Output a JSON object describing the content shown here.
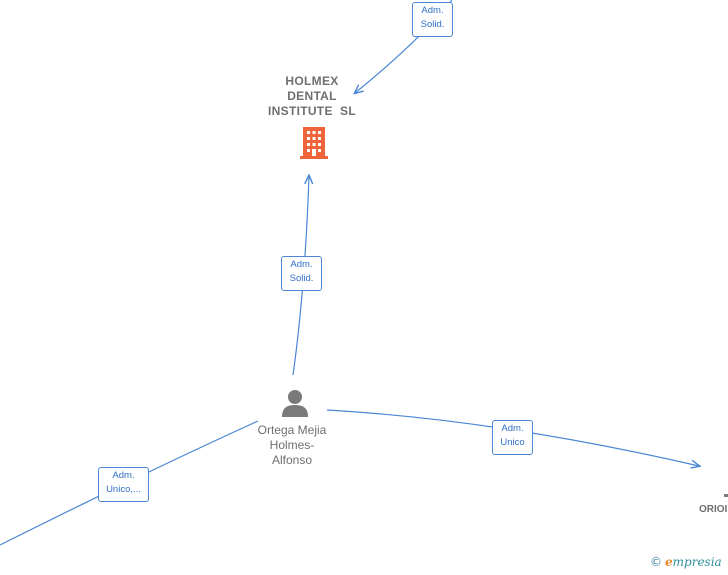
{
  "nodes": {
    "company": {
      "name": "HOLMEX DENTAL INSTITUTE SL",
      "lines": [
        "HOLMEX",
        "DENTAL",
        "INSTITUTE  SL"
      ],
      "icon": "building-icon",
      "color": "#f0643c"
    },
    "person": {
      "name": "Ortega Mejia Holmes-Alfonso",
      "lines": [
        "Ortega Mejia",
        "Holmes-",
        "Alfonso"
      ],
      "icon": "person-icon",
      "color": "#7a7a7a"
    },
    "offscreen_right": {
      "label": "ORIOI"
    }
  },
  "edges": [
    {
      "id": "top-to-company",
      "label_lines": [
        "Adm.",
        "Solid."
      ]
    },
    {
      "id": "person-to-company",
      "label_lines": [
        "Adm.",
        "Solid."
      ]
    },
    {
      "id": "person-to-right",
      "label_lines": [
        "Adm.",
        "Unico"
      ]
    },
    {
      "id": "bottom-left-to-person",
      "label_lines": [
        "Adm.",
        "Unico,..."
      ]
    }
  ],
  "colors": {
    "edge": "#4a86d4",
    "label_text": "#2f6fc6",
    "node_text": "#6f6f6f",
    "company_icon": "#f0643c",
    "person_icon": "#7a7a7a"
  },
  "watermark": {
    "copyright": "©",
    "brand_first": "e",
    "brand_rest": "mpresia"
  }
}
